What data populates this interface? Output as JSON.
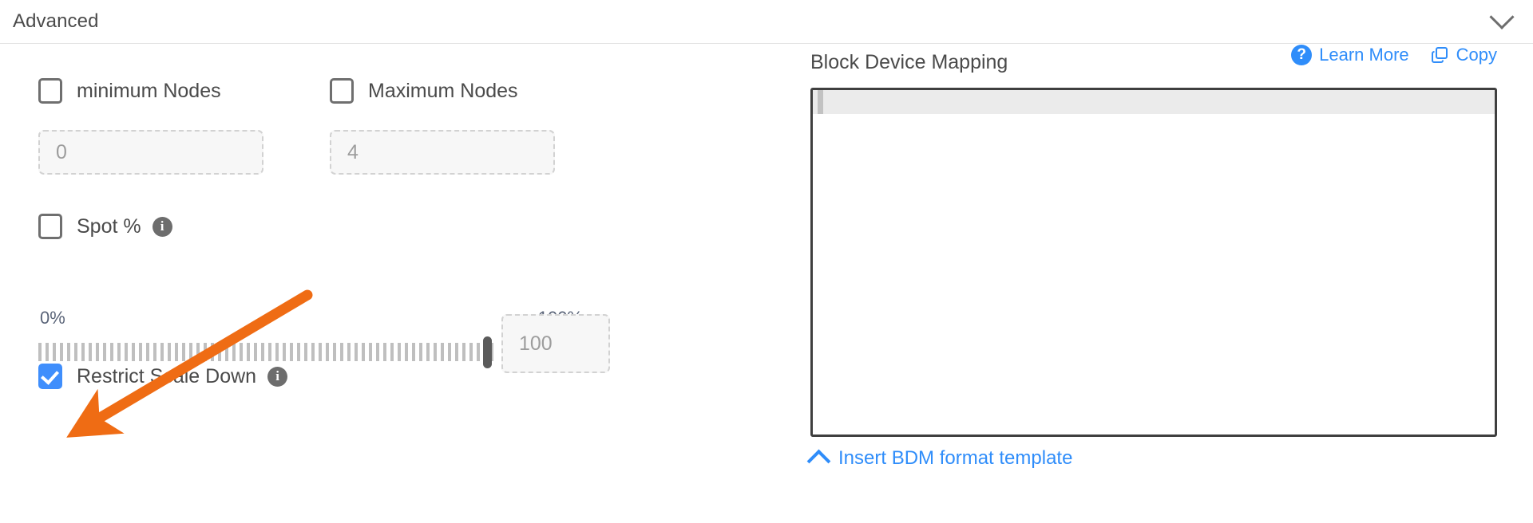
{
  "section": {
    "title": "Advanced",
    "collapse_icon": "chevron-down-icon"
  },
  "left_panel": {
    "min_nodes": {
      "label": "minimum Nodes",
      "checked": false,
      "input_placeholder": "0",
      "input_value": ""
    },
    "max_nodes": {
      "label": "Maximum Nodes",
      "checked": false,
      "input_placeholder": "4",
      "input_value": ""
    },
    "spot": {
      "label": "Spot %",
      "checked": false,
      "info_icon": "info-icon",
      "info_glyph": "i"
    },
    "slider": {
      "min_label": "0%",
      "max_label": "100%",
      "value_placeholder": "100",
      "value": "",
      "min": 0,
      "max": 100,
      "current": 100
    },
    "restrict_scale_down": {
      "label": "Restrict Scale Down",
      "checked": true,
      "info_icon": "info-icon",
      "info_glyph": "i"
    }
  },
  "right_panel": {
    "title": "Block Device Mapping",
    "learn_more": {
      "label": "Learn More",
      "icon": "question-circle-icon",
      "glyph": "?"
    },
    "copy": {
      "label": "Copy",
      "icon": "copy-icon"
    },
    "editor": {
      "value": "",
      "placeholder": ""
    },
    "footer_link": {
      "label": "Insert BDM format template",
      "icon": "chevron-up-icon"
    }
  },
  "annotation": {
    "type": "arrow",
    "color": "#ef6c14",
    "points_to": "restrict-scale-down-checkbox"
  },
  "colors": {
    "accent_blue": "#2f8dfa",
    "checkbox_checked": "#3f8efc",
    "annotation_orange": "#ef6c14",
    "text": "#4a4a4a",
    "muted": "#9d9d9d"
  }
}
